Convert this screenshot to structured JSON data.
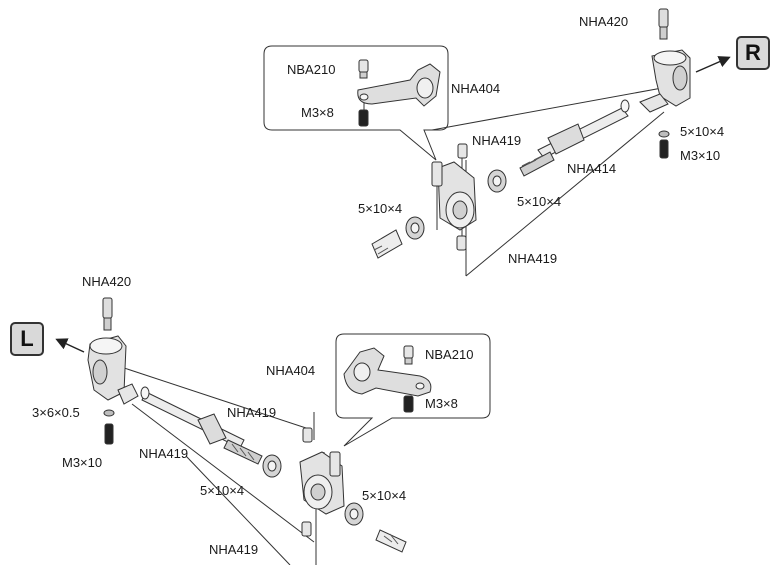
{
  "badges": {
    "right": "R",
    "left": "L"
  },
  "right_assembly": {
    "callout": {
      "bolt": "NBA210",
      "arm": "NHA404",
      "screw": "M3×8"
    },
    "top_pin": "NHA420",
    "pin_upper": "NHA419",
    "shim": "5×10×4",
    "screw": "M3×10",
    "axle": "NHA414",
    "bearing_inner": "5×10×4",
    "bearing_outer": "5×10×4",
    "pin_lower": "NHA419"
  },
  "left_assembly": {
    "callout": {
      "arm": "NHA404",
      "bolt": "NBA210",
      "screw": "M3×8"
    },
    "top_pin": "NHA420",
    "shim": "3×6×0.5",
    "screw": "M3×10",
    "pin_upper": "NHA419",
    "axle": "NHA419",
    "bearing_inner": "5×10×4",
    "bearing_outer": "5×10×4",
    "pin_lower": "NHA419"
  }
}
